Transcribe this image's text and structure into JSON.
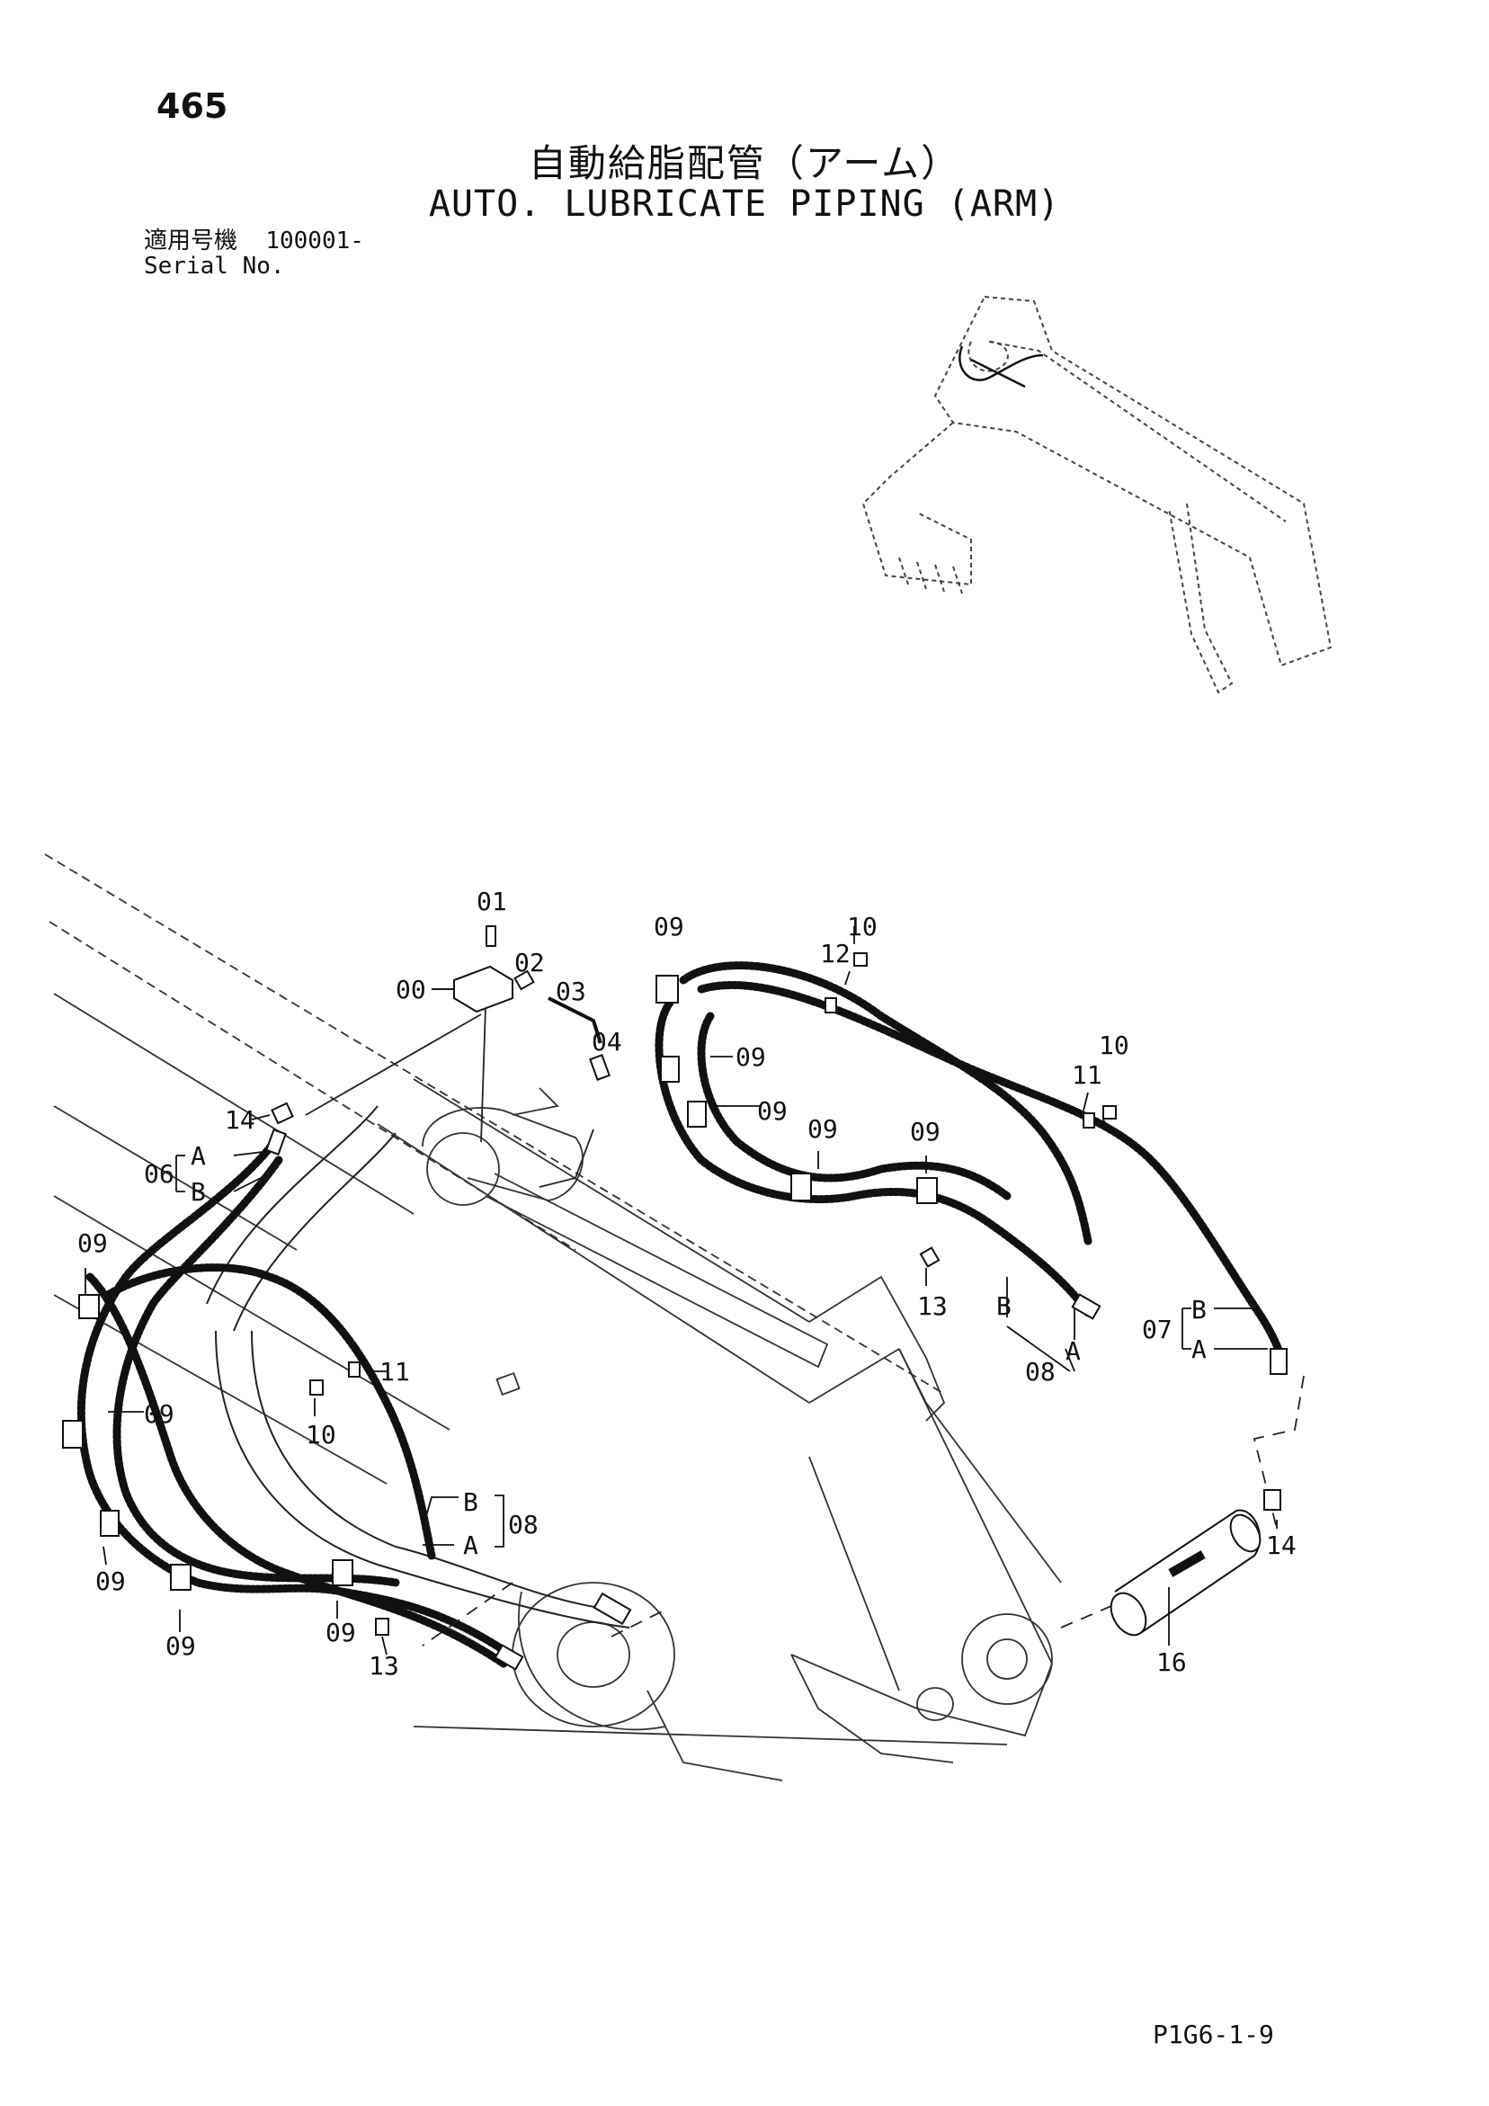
{
  "page_number": "465",
  "title_jp": "自動給脂配管（アーム）",
  "title_en": "AUTO. LUBRICATE PIPING (ARM)",
  "serial": {
    "label_jp": "適用号機",
    "value": "100001-",
    "label_en": "Serial No."
  },
  "callouts": {
    "c00": "00",
    "c01": "01",
    "c02": "02",
    "c03": "03",
    "c04": "04",
    "c06": "06",
    "c07": "07",
    "c08_left": "08",
    "c08_right": "08",
    "c09_a": "09",
    "c09_b": "09",
    "c09_c": "09",
    "c09_d": "09",
    "c09_e": "09",
    "c09_f": "09",
    "c09_g": "09",
    "c09_h": "09",
    "c09_i": "09",
    "c09_j": "09",
    "c10_a": "10",
    "c10_b": "10",
    "c10_c": "10",
    "c11_a": "11",
    "c11_b": "11",
    "c12": "12",
    "c13_a": "13",
    "c13_b": "13",
    "c14_a": "14",
    "c14_b": "14",
    "c16": "16",
    "A_06": "A",
    "B_06": "B",
    "A_07": "A",
    "B_07": "B",
    "A_08l": "A",
    "B_08l": "B",
    "A_08r": "A",
    "B_08r": "B"
  },
  "footer_code": "P1G6-1-9"
}
